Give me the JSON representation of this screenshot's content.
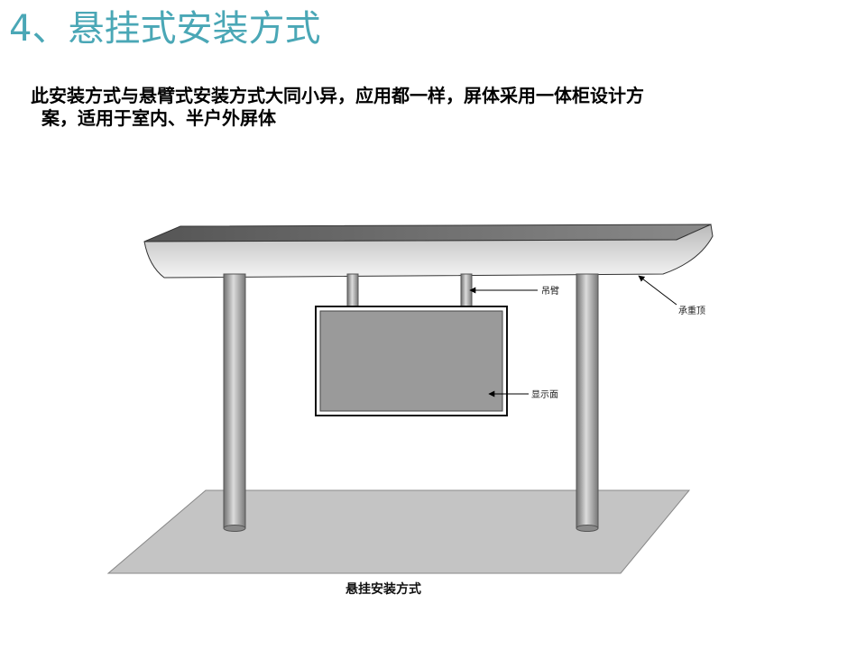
{
  "slide": {
    "title": "4、悬挂式安装方式",
    "description_line1": "此安装方式与悬臂式安装方式大同小异，应用都一样，屏体采用一体柜设计方",
    "description_line2": "案，适用于室内、半户外屏体"
  },
  "diagram": {
    "labels": {
      "arm": "吊臂",
      "roof": "承重顶",
      "screen": "显示面"
    },
    "caption": "悬挂安装方式"
  },
  "colors": {
    "title": "#4aa7b6",
    "ground": "#c4c4c4",
    "screen_face": "#9a9a9a"
  }
}
